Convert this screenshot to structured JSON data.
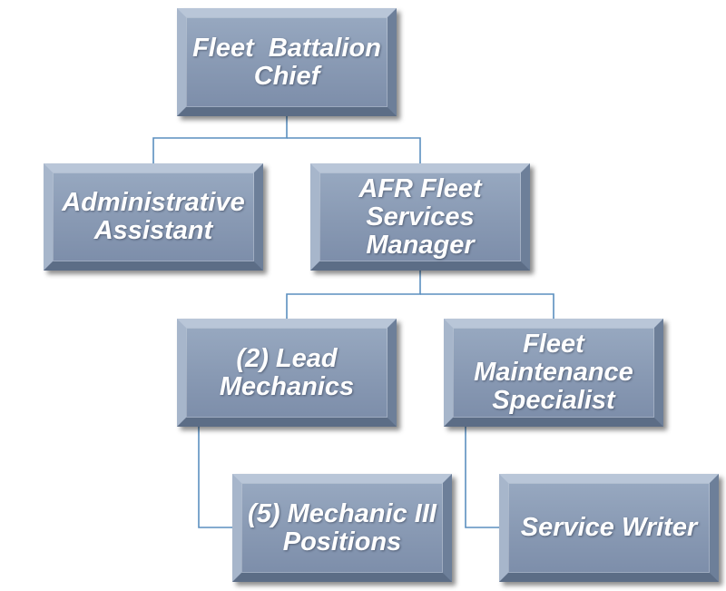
{
  "org_chart": {
    "nodes": [
      {
        "id": "chief",
        "label": "Fleet  Battalion Chief"
      },
      {
        "id": "admin",
        "label": "Administrative Assistant"
      },
      {
        "id": "manager",
        "label": "AFR Fleet Services Manager"
      },
      {
        "id": "lead",
        "label": "(2) Lead Mechanics"
      },
      {
        "id": "fms",
        "label": "Fleet Maintenance Specialist"
      },
      {
        "id": "mech3",
        "label": "(5) Mechanic III Positions"
      },
      {
        "id": "writer",
        "label": "Service Writer"
      }
    ],
    "edges": [
      {
        "from": "chief",
        "to": "admin"
      },
      {
        "from": "chief",
        "to": "manager"
      },
      {
        "from": "manager",
        "to": "lead"
      },
      {
        "from": "manager",
        "to": "fms"
      },
      {
        "from": "lead",
        "to": "mech3"
      },
      {
        "from": "fms",
        "to": "writer"
      }
    ],
    "colors": {
      "box_fill": "#8a9bb5",
      "connector": "#5b8fbf",
      "text": "#ffffff"
    }
  }
}
